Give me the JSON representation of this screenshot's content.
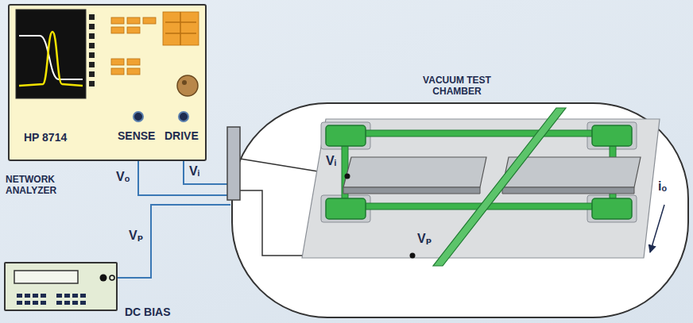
{
  "diagram": {
    "nodes": [
      {
        "text": [
          "HP 8714",
          "NETWORK ANALYZER"
        ]
      },
      {
        "text": [
          "VACUUM TEST CHAMBER"
        ]
      },
      {
        "text": [
          "DC BIAS"
        ]
      }
    ],
    "edges": [
      {
        "from": 0,
        "to": 1,
        "label": "Vₒ",
        "arrow": "none"
      },
      {
        "from": 0,
        "to": 1,
        "label": "Vᵢ",
        "arrow": "none"
      },
      {
        "from": 2,
        "to": 1,
        "label": "Vₚ",
        "arrow": "none"
      }
    ],
    "labels": [
      "SENSE",
      "DRIVE",
      "Vᵢ",
      "Vₚ",
      "iₒ"
    ]
  }
}
